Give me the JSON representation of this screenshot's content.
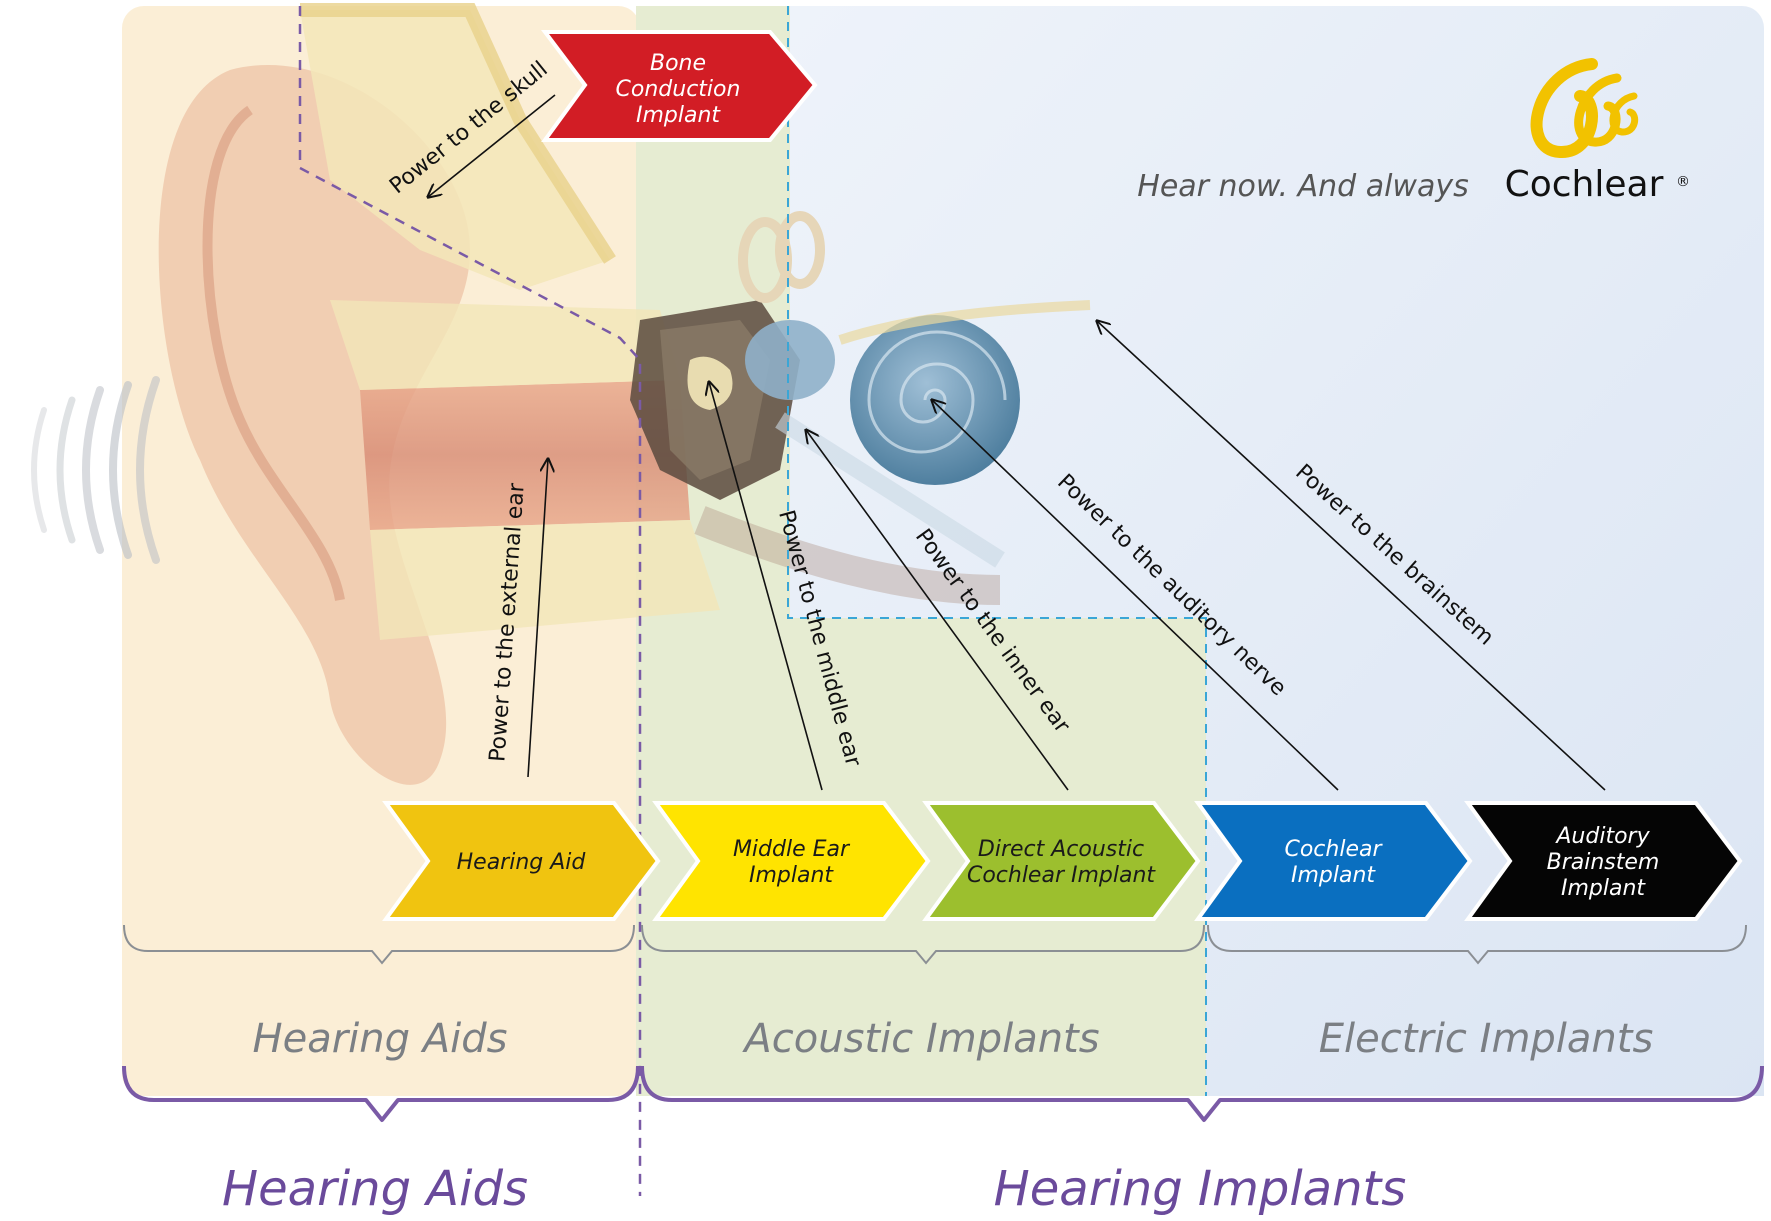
{
  "brand": {
    "tagline": "Hear now. And always",
    "logo_text": "Cochlear",
    "registered_mark": "®",
    "logo_color": "#f2c200"
  },
  "devices": [
    {
      "label_lines": [
        "Hearing Aid"
      ],
      "fill": "#f0c410",
      "text_color": "#1a1a1a"
    },
    {
      "label_lines": [
        "Middle Ear",
        "Implant"
      ],
      "fill": "#ffe400",
      "text_color": "#1a1a1a"
    },
    {
      "label_lines": [
        "Direct Acoustic",
        "Cochlear Implant"
      ],
      "fill": "#9cbf2e",
      "text_color": "#1a1a1a"
    },
    {
      "label_lines": [
        "Cochlear",
        "Implant"
      ],
      "fill": "#0a6fc0",
      "text_color": "#ffffff"
    },
    {
      "label_lines": [
        "Auditory",
        "Brainstem",
        "Implant"
      ],
      "fill": "#050505",
      "text_color": "#ffffff"
    }
  ],
  "bone_conduction": {
    "label_lines": [
      "Bone",
      "Conduction",
      "Implant"
    ],
    "fill": "#d21d25",
    "text_color": "#ffffff"
  },
  "power_labels": {
    "skull": "Power to the skull",
    "external_ear": "Power to the external ear",
    "middle_ear": "Power to the middle ear",
    "inner_ear": "Power to the inner ear",
    "auditory_nerve": "Power to the auditory nerve",
    "brainstem": "Power to the brainstem"
  },
  "categories": {
    "hearing_aids": "Hearing Aids",
    "acoustic_implants": "Acoustic Implants",
    "electric_implants": "Electric Implants"
  },
  "groups": {
    "hearing_aids": "Hearing Aids",
    "hearing_implants": "Hearing Implants"
  },
  "zone_colors": {
    "hearing_aids": "#fbeed6",
    "acoustic": "#e6ecd2",
    "electric": "#e3ebf6",
    "bracket_purple": "#7a5aa6",
    "dashed_purple": "#7a5aa6",
    "dashed_blue": "#3aa6d6"
  }
}
